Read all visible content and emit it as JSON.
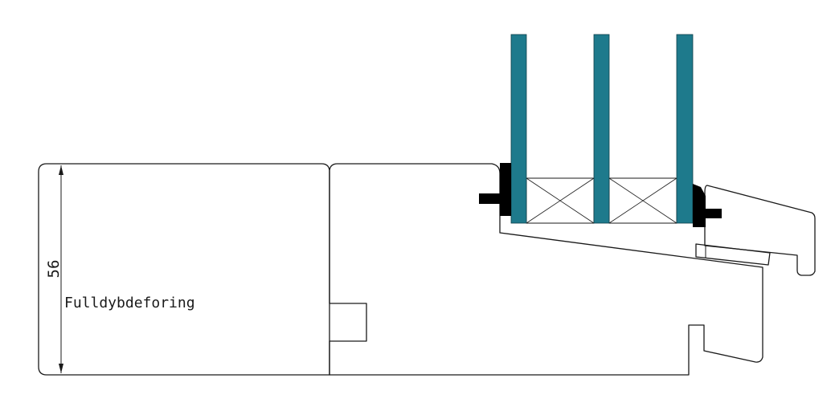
{
  "drawing": {
    "dimension_value": "56",
    "profile_label": "Fulldybdeforing",
    "colors": {
      "line": "#1a1a1a",
      "glass": "#1e7a8c",
      "gasket": "#000000",
      "background": "#ffffff"
    },
    "glass_pane_count": 3,
    "spacer_count": 2
  }
}
